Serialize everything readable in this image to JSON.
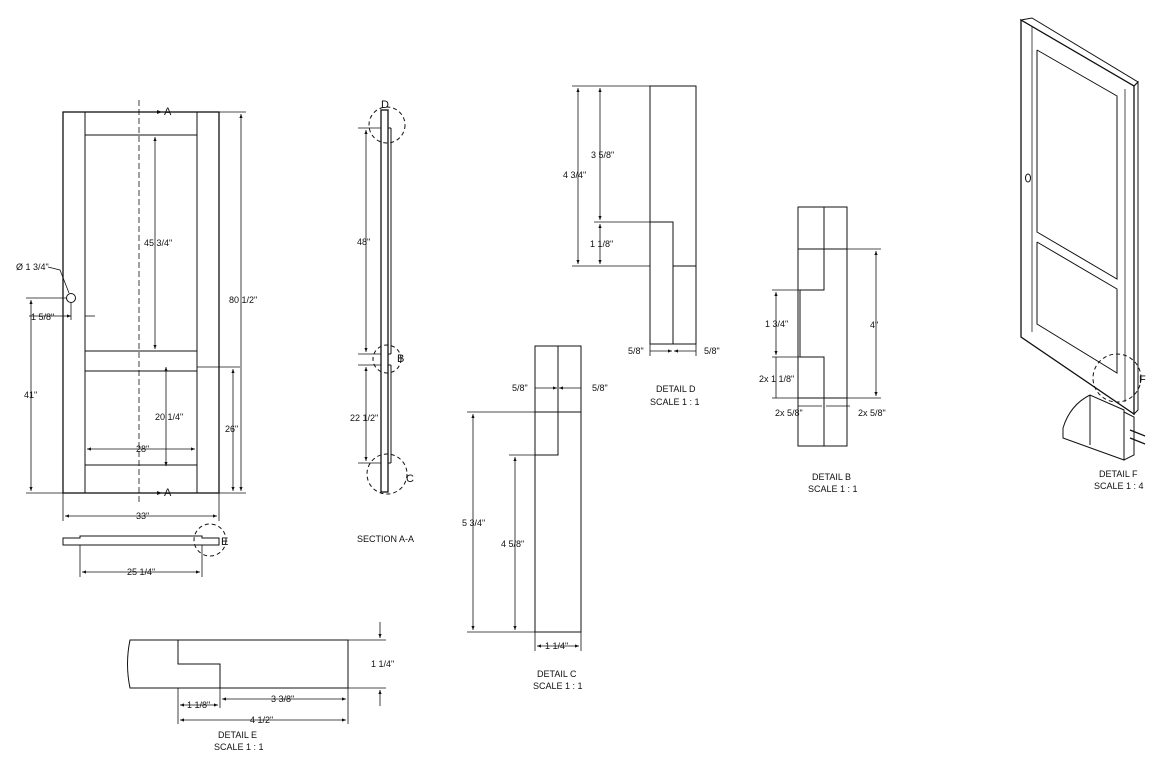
{
  "colors": {
    "line": "#111111",
    "background": "#ffffff"
  },
  "elevation": {
    "section_mark": "A",
    "dims": {
      "hole_dia": "Ø 1 3/4\"",
      "hole_offset": "1 5/8\"",
      "top_panel_height": "45 3/4\"",
      "total_height": "80 1/2\"",
      "knob_height": "41\"",
      "bottom_panel_height": "20 1/4\"",
      "bottom_height": "26\"",
      "panel_width": "28\"",
      "total_width": "33\""
    }
  },
  "plan": {
    "detail_mark": "E",
    "dim": "25 1/4\""
  },
  "section": {
    "caption": "SECTION A-A",
    "marks": {
      "d": "D",
      "b": "B",
      "c": "C"
    },
    "dims": {
      "upper": "48\"",
      "lower": "22 1/2\""
    }
  },
  "detail_d": {
    "caption": "DETAIL D",
    "scale": "SCALE 1 : 1",
    "dims": {
      "a": "3 5/8\"",
      "b": "4 3/4\"",
      "c": "1 1/8\"",
      "left": "5/8\"",
      "right": "5/8\""
    }
  },
  "detail_c": {
    "caption": "DETAIL C",
    "scale": "SCALE 1 : 1",
    "dims": {
      "left": "5/8\"",
      "right": "5/8\"",
      "a": "5 3/4\"",
      "b": "4 5/8\"",
      "c": "1 1/4\""
    }
  },
  "detail_b": {
    "caption": "DETAIL B",
    "scale": "SCALE 1 : 1",
    "dims": {
      "a": "1 3/4\"",
      "b": "2x 1 1/8\"",
      "c": "4\"",
      "left": "2x 5/8\"",
      "right": "2x 5/8\""
    }
  },
  "detail_e": {
    "caption": "DETAIL E",
    "scale": "SCALE 1 : 1",
    "dims": {
      "a": "1 1/4\"",
      "b": "3 3/8\"",
      "c": "1 1/8\"",
      "d": "4 1/2\""
    }
  },
  "detail_f": {
    "caption": "DETAIL F",
    "scale": "SCALE 1 : 4",
    "mark": "F"
  }
}
